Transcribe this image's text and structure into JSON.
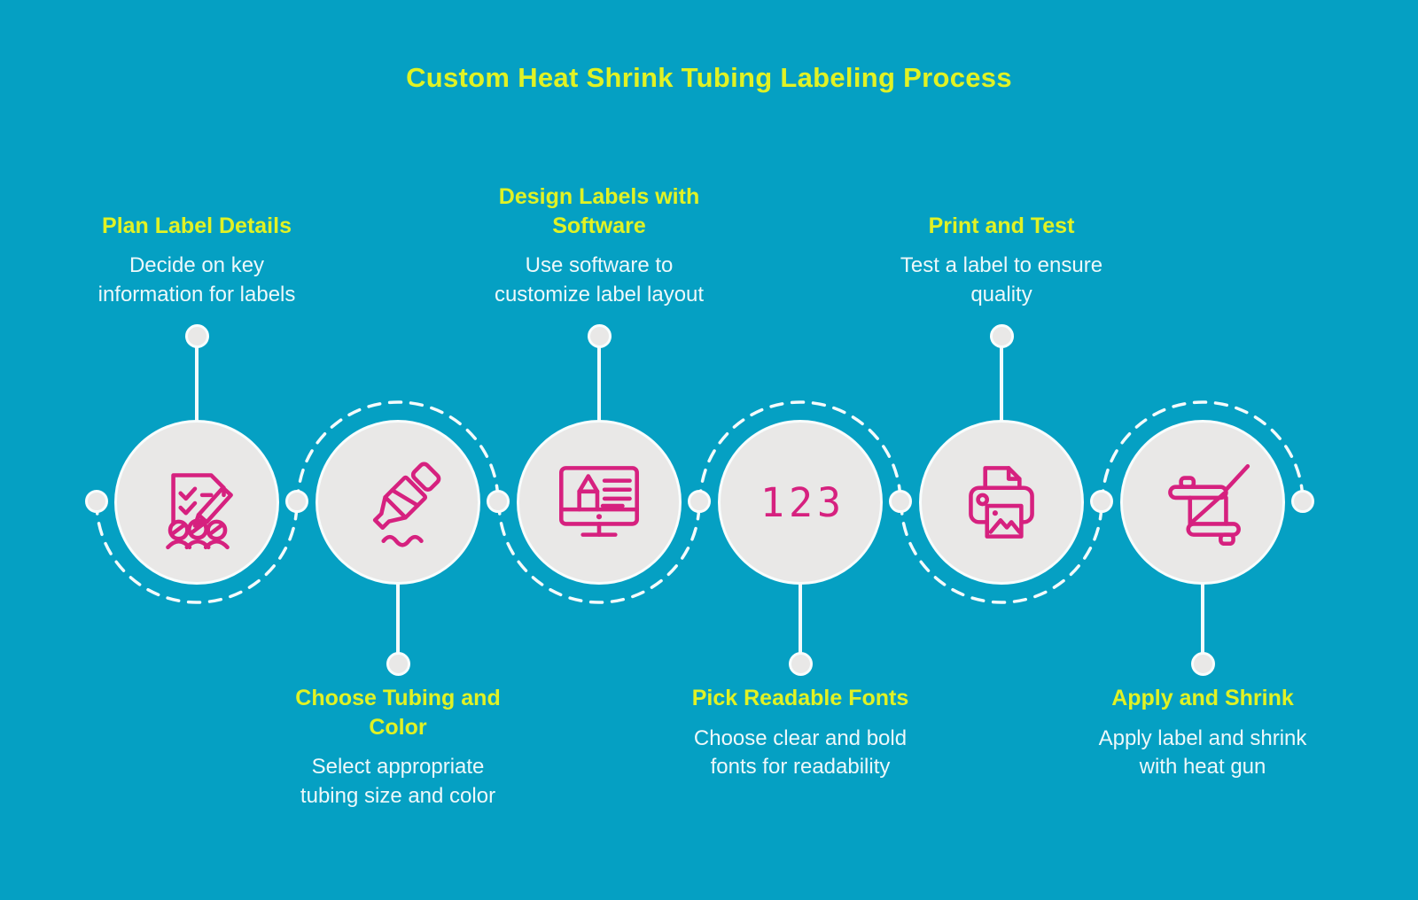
{
  "title": "Custom Heat Shrink Tubing Labeling Process",
  "colors": {
    "background": "#05A0C3",
    "title_yellow": "#E1F224",
    "body_text": "#EDF8FA",
    "circle_fill": "#E9E8E7",
    "icon_pink": "#D6217F",
    "connector_white": "#F8FDFD"
  },
  "steps": [
    {
      "title": "Plan Label Details",
      "description": "Decide on key\ninformation for labels",
      "icon": "checklist-people-icon",
      "label_position": "above"
    },
    {
      "title": "Choose Tubing and\nColor",
      "description": "Select appropriate\ntubing size and color",
      "icon": "paint-tube-icon",
      "label_position": "below"
    },
    {
      "title": "Design Labels with\nSoftware",
      "description": "Use software to\ncustomize label layout",
      "icon": "monitor-design-icon",
      "label_position": "above"
    },
    {
      "title": "Pick Readable Fonts",
      "description": "Choose clear and bold\nfonts for readability",
      "icon": "numbers-123-icon",
      "icon_text": "123",
      "label_position": "below"
    },
    {
      "title": "Print and Test",
      "description": "Test a label to ensure\nquality",
      "icon": "printer-icon",
      "label_position": "above"
    },
    {
      "title": "Apply and Shrink",
      "description": "Apply label and shrink\nwith heat gun",
      "icon": "crop-tool-icon",
      "label_position": "below"
    }
  ]
}
